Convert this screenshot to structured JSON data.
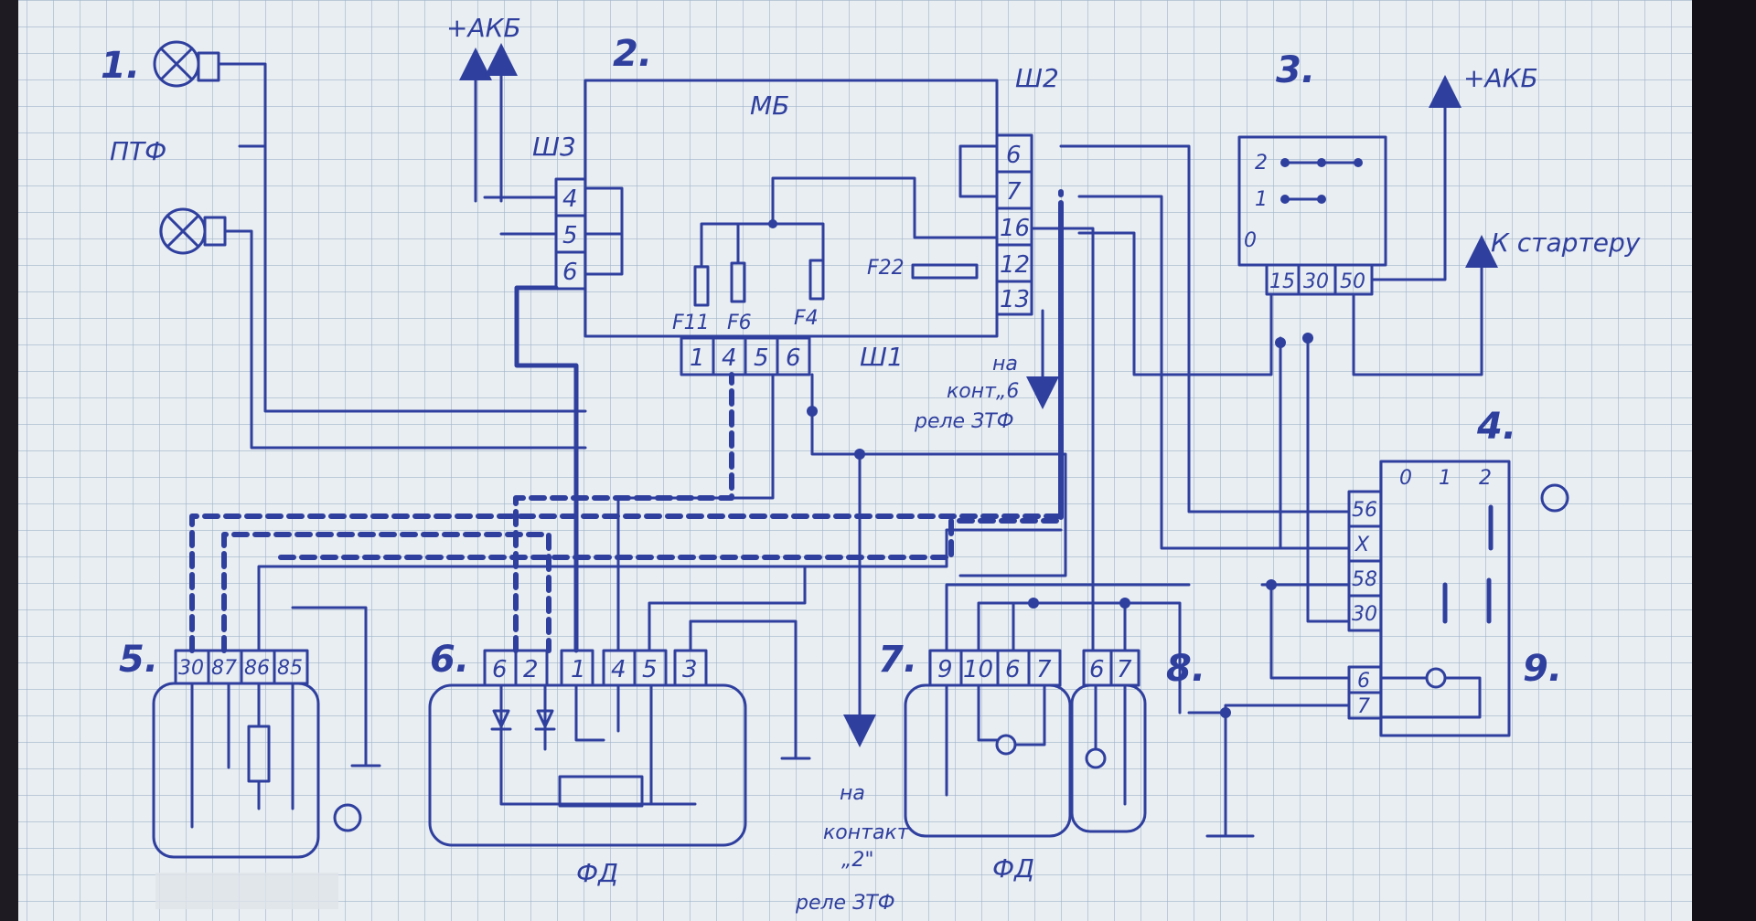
{
  "labels": {
    "n1": "1.",
    "n2": "2.",
    "n3": "3.",
    "n4": "4.",
    "n5": "5.",
    "n6": "6.",
    "n7": "7.",
    "n8": "8.",
    "n9": "9.",
    "ptf": "ПТФ",
    "akb_left": "+АКБ",
    "akb_right": "+АКБ",
    "mb": "МБ",
    "sh2": "Ш2",
    "sh3": "Ш3",
    "sh1": "Ш1",
    "to_starter": "К стартеру",
    "na": "на",
    "kont6": "конт„6",
    "rele_ztf_1": "реле ЗТФ",
    "na2": "на",
    "kontakt2": "контакт",
    "k2": "„2\"",
    "rele_ztf_2": "реле ЗТФ",
    "fd1": "ФД",
    "fd2": "ФД",
    "f22": "F22",
    "f11": "F11",
    "f6": "F6",
    "f4": "F4"
  },
  "sh3_pins": [
    "4",
    "5",
    "6"
  ],
  "sh2_pins": [
    "6",
    "7",
    "16",
    "12",
    "13"
  ],
  "sh1_pins": [
    "1",
    "4",
    "5",
    "6"
  ],
  "ign_pins": [
    "15",
    "30",
    "50"
  ],
  "ign_positions": [
    "2",
    "1",
    "0"
  ],
  "sw4_pins": [
    "56",
    "X",
    "58",
    "30",
    "6",
    "7"
  ],
  "sw4_positions": [
    "0",
    "1",
    "2"
  ],
  "relay5_pins": [
    "30",
    "87",
    "86",
    "85"
  ],
  "block6_pins": [
    "6",
    "2",
    "1",
    "4",
    "5",
    "3"
  ],
  "block7_pins": [
    "9",
    "10",
    "6",
    "7"
  ],
  "block7b_pins": [
    "6",
    "7"
  ]
}
